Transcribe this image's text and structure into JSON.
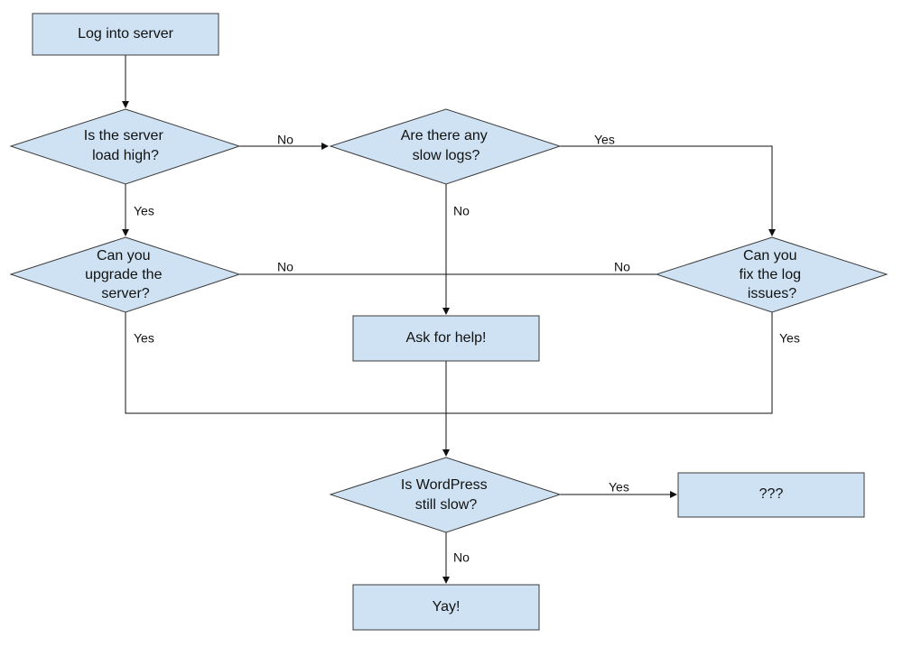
{
  "nodes": {
    "login": {
      "lines": [
        "Log into server"
      ]
    },
    "server_load_high": {
      "lines": [
        "Is the server",
        "load high?"
      ]
    },
    "slow_logs": {
      "lines": [
        "Are there any",
        "slow logs?"
      ]
    },
    "upgrade_server": {
      "lines": [
        "Can you",
        "upgrade the",
        "server?"
      ]
    },
    "fix_log_issues": {
      "lines": [
        "Can you",
        "fix the log",
        "issues?"
      ]
    },
    "ask_for_help": {
      "lines": [
        "Ask for help!"
      ]
    },
    "wordpress_still_slow": {
      "lines": [
        "Is WordPress",
        "still slow?"
      ]
    },
    "unknown": {
      "lines": [
        "???"
      ]
    },
    "yay": {
      "lines": [
        "Yay!"
      ]
    }
  },
  "edge_labels": {
    "load_no": "No",
    "load_yes": "Yes",
    "slowlogs_yes": "Yes",
    "slowlogs_no": "No",
    "upgrade_no": "No",
    "fix_no": "No",
    "upgrade_yes": "Yes",
    "fix_yes": "Yes",
    "wp_yes": "Yes",
    "wp_no": "No"
  }
}
